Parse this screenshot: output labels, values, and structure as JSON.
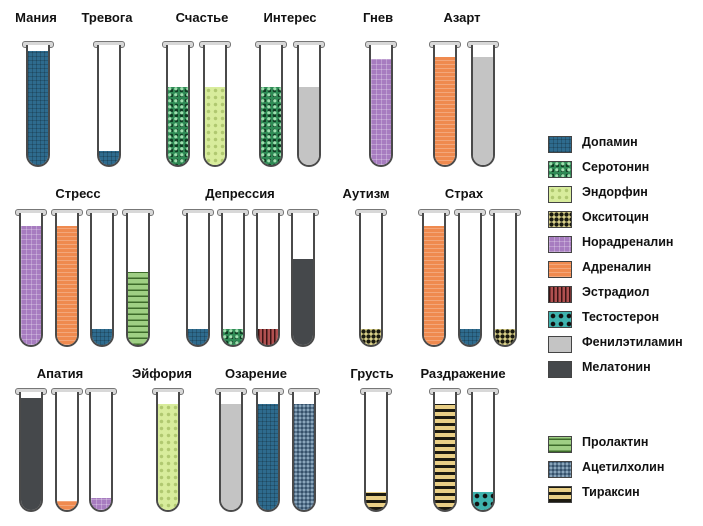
{
  "substances": [
    {
      "id": "dopamine",
      "label": "Допамин"
    },
    {
      "id": "serotonin",
      "label": "Серотонин"
    },
    {
      "id": "endorphin",
      "label": "Эндорфин"
    },
    {
      "id": "oxytocin",
      "label": "Окситоцин"
    },
    {
      "id": "noradrenaline",
      "label": "Норадреналин"
    },
    {
      "id": "adrenaline",
      "label": "Адреналин"
    },
    {
      "id": "estradiol",
      "label": "Эстрадиол"
    },
    {
      "id": "testosterone",
      "label": "Тестостерон"
    },
    {
      "id": "phenyl",
      "label": "Фенилэтиламин"
    },
    {
      "id": "melatonin",
      "label": "Мелатонин"
    },
    {
      "id": "prolactin",
      "label": "Пролактин"
    },
    {
      "id": "acetylcholine",
      "label": "Ацетилхолин"
    },
    {
      "id": "thyroxine",
      "label": "Тираксин"
    }
  ],
  "emotions": [
    {
      "label": "Мания",
      "tubes": [
        {
          "s": "dopamine",
          "level": 0.95
        }
      ]
    },
    {
      "label": "Тревога",
      "tubes": [
        {
          "s": "dopamine",
          "level": 0.12
        }
      ]
    },
    {
      "label": "Счастье",
      "tubes": [
        {
          "s": "serotonin",
          "level": 0.65
        },
        {
          "s": "endorphin",
          "level": 0.65
        }
      ]
    },
    {
      "label": "Интерес",
      "tubes": [
        {
          "s": "serotonin",
          "level": 0.65
        },
        {
          "s": "phenyl",
          "level": 0.65
        }
      ]
    },
    {
      "label": "Гнев",
      "tubes": [
        {
          "s": "noradrenaline",
          "level": 0.88
        }
      ]
    },
    {
      "label": "Азарт",
      "tubes": [
        {
          "s": "adrenaline",
          "level": 0.9
        },
        {
          "s": "phenyl",
          "level": 0.9
        }
      ]
    },
    {
      "label": "Стресс",
      "tubes": [
        {
          "s": "noradrenaline",
          "level": 0.9
        },
        {
          "s": "adrenaline",
          "level": 0.9
        },
        {
          "s": "dopamine",
          "level": 0.12
        },
        {
          "s": "prolactin",
          "level": 0.55
        }
      ]
    },
    {
      "label": "Депрессия",
      "tubes": [
        {
          "s": "dopamine",
          "level": 0.12
        },
        {
          "s": "serotonin",
          "level": 0.12
        },
        {
          "s": "estradiol",
          "level": 0.12
        },
        {
          "s": "melatonin",
          "level": 0.65
        }
      ]
    },
    {
      "label": "Аутизм",
      "tubes": [
        {
          "s": "oxytocin",
          "level": 0.12
        }
      ]
    },
    {
      "label": "Страх",
      "tubes": [
        {
          "s": "adrenaline",
          "level": 0.9
        },
        {
          "s": "dopamine",
          "level": 0.12
        },
        {
          "s": "oxytocin",
          "level": 0.12
        }
      ]
    },
    {
      "label": "Апатия",
      "tubes": [
        {
          "s": "melatonin",
          "level": 0.95
        },
        {
          "s": "adrenaline",
          "level": 0.08
        },
        {
          "s": "noradrenaline",
          "level": 0.1
        }
      ]
    },
    {
      "label": "Эйфория",
      "tubes": [
        {
          "s": "endorphin",
          "level": 0.9
        }
      ]
    },
    {
      "label": "Озарение",
      "tubes": [
        {
          "s": "phenyl",
          "level": 0.9
        },
        {
          "s": "dopamine",
          "level": 0.9
        },
        {
          "s": "acetylcholine",
          "level": 0.9
        }
      ]
    },
    {
      "label": "Грусть",
      "tubes": [
        {
          "s": "thyroxine",
          "level": 0.15
        }
      ]
    },
    {
      "label": "Раздражение",
      "tubes": [
        {
          "s": "thyroxine",
          "level": 0.9
        },
        {
          "s": "testosterone",
          "level": 0.15
        }
      ]
    }
  ]
}
